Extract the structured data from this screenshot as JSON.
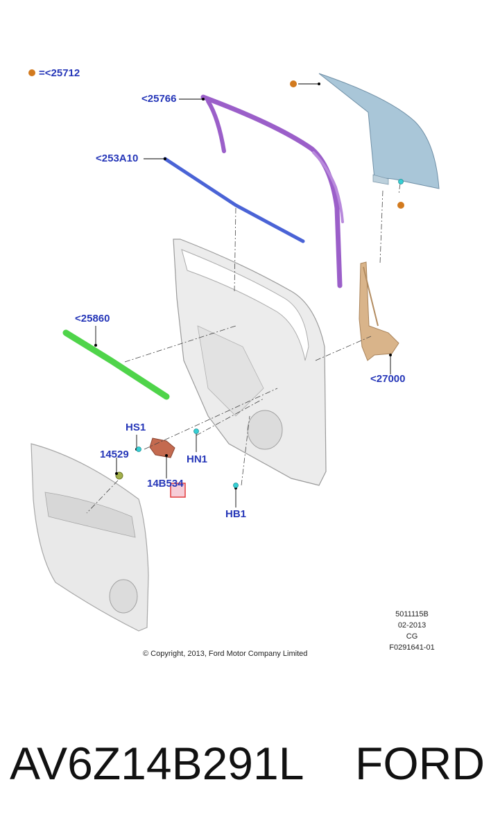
{
  "legend": {
    "marker_label": "=<25712",
    "marker_color": "#d27a1e"
  },
  "callouts": {
    "c25766": "<25766",
    "c253a10": "<253A10",
    "c25860": "<25860",
    "c27000": "<27000",
    "hs1": "HS1",
    "c14529": "14529",
    "hn1": "HN1",
    "c14b534": "14B534",
    "hb1": "HB1"
  },
  "metadata": {
    "line1": "5011115B",
    "line2": "02-2013",
    "line3": "CG",
    "line4": "F0291641-01"
  },
  "copyright": "© Copyright, 2013, Ford Motor Company Limited",
  "footer": {
    "part_number": "AV6Z14B291L",
    "brand": "FORD"
  },
  "colors": {
    "callout_text": "#2536b8",
    "glass": "#a9c6d8",
    "run_channel": "#9b5fc9",
    "belt_inner": "#4a63d6",
    "belt_outer": "#4fd44a",
    "regulator": "#d9b48a",
    "module": "#c46a4f",
    "clip": "#36cfd4",
    "highlight": "#e23b3b"
  }
}
